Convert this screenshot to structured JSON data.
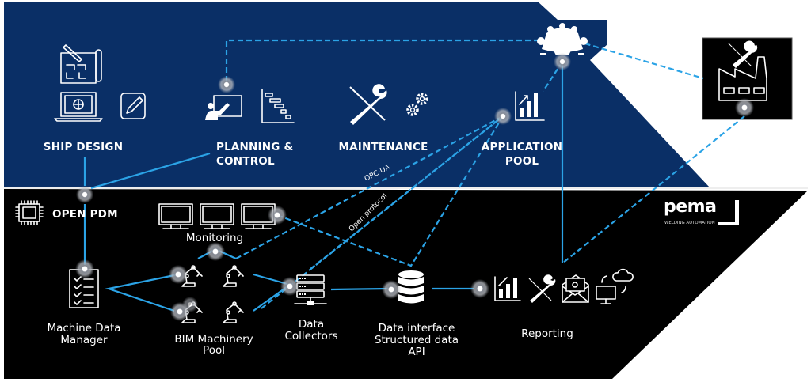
{
  "diagram": {
    "title_sections": {
      "ship_design": "SHIP DESIGN",
      "planning_line1": "PLANNING &",
      "planning_line2": "CONTROL",
      "maintenance": "MAINTENANCE",
      "app_pool_line1": "APPLICATION",
      "app_pool_line2": "POOL"
    },
    "lower_sections": {
      "open_pdm": "OPEN PDM",
      "monitoring": "Monitoring",
      "mdm_line1": "Machine Data",
      "mdm_line2": "Manager",
      "bim_line1": "BIM Machinery",
      "bim_line2": "Pool",
      "collectors_line1": "Data",
      "collectors_line2": "Collectors",
      "interface_line1": "Data interface",
      "interface_line2": "Structured data",
      "interface_line3": "API",
      "reporting": "Reporting"
    },
    "protocols": {
      "opc_ua": "OPC-UA",
      "open_protocol": "Open protocol"
    },
    "brand": {
      "name": "pema",
      "tagline": "WELDING AUTOMATION"
    },
    "colors": {
      "upper_band": "#0a2f66",
      "lower_band": "#000000",
      "connector": "#2ba3e6",
      "text": "#ffffff"
    }
  }
}
